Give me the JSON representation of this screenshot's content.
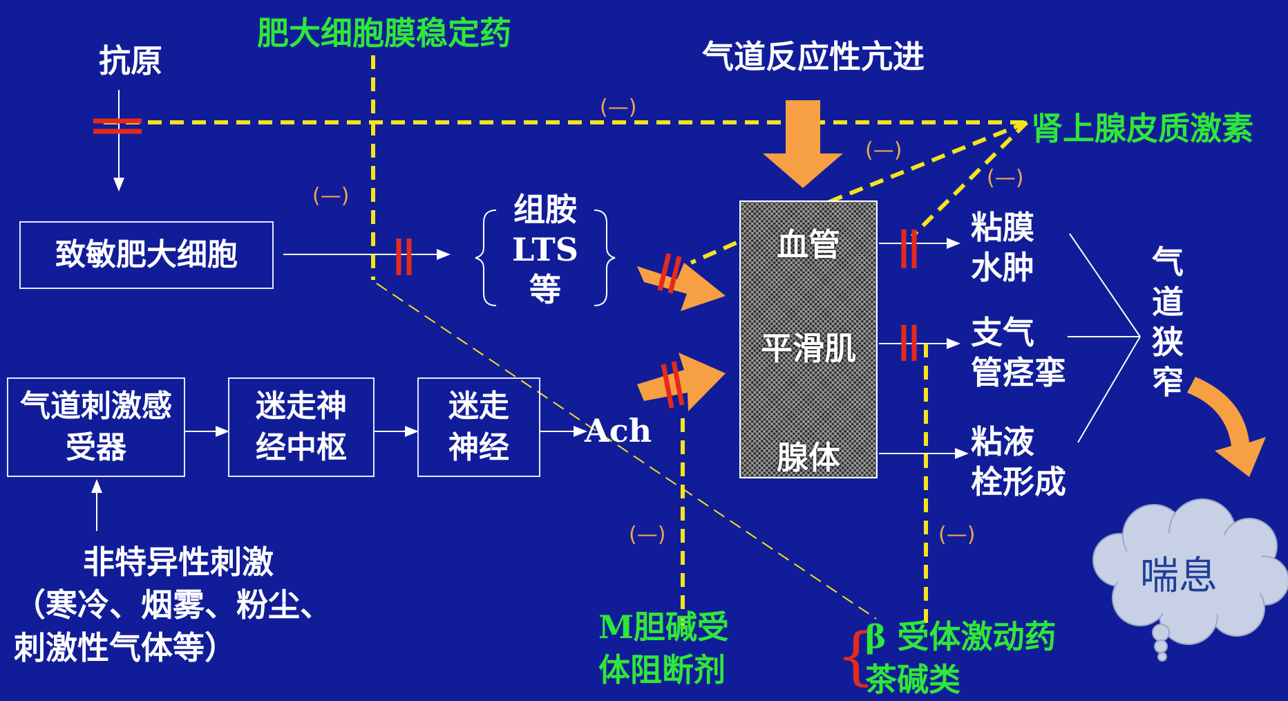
{
  "labels": {
    "antigen": "抗原",
    "mast_cell_stabilizer": "肥大细胞膜稳定药",
    "airway_hyperreactivity": "气道反应性亢进",
    "corticosteroid": "肾上腺皮质激素",
    "sensitized_mast_cell": "致敏肥大细胞",
    "mediators": [
      "组胺",
      "LTS",
      "等"
    ],
    "receptor": "气道刺激感受器",
    "vagus_center": "迷走神经中枢",
    "vagus_nerve": "迷走神经",
    "ach": "Ach",
    "nonspecific": [
      "非特异性刺激",
      "（寒冷、烟雾、粉尘、",
      "刺激性气体等）"
    ],
    "m_blocker": [
      "M胆碱受",
      "体阻断剂"
    ],
    "beta_agonist": [
      "β 受体激动药",
      "茶碱类"
    ],
    "vessel": "血管",
    "smooth_muscle": "平滑肌",
    "gland": "腺体",
    "edema": [
      "粘膜",
      "水肿"
    ],
    "bronchospasm": [
      "支气",
      "管痉挛"
    ],
    "mucus": [
      "粘液",
      "栓形成"
    ],
    "airway_narrowing": "气道狭窄",
    "asthma": "喘息",
    "minus": "(—)"
  },
  "colors": {
    "background": "#111d98",
    "inhibit_line": "#f5e41c",
    "drug_text": "#2fe63a",
    "arrow": "#f7a043",
    "block_mark": "#e52a1c",
    "minus_text": "#f4a64a"
  }
}
